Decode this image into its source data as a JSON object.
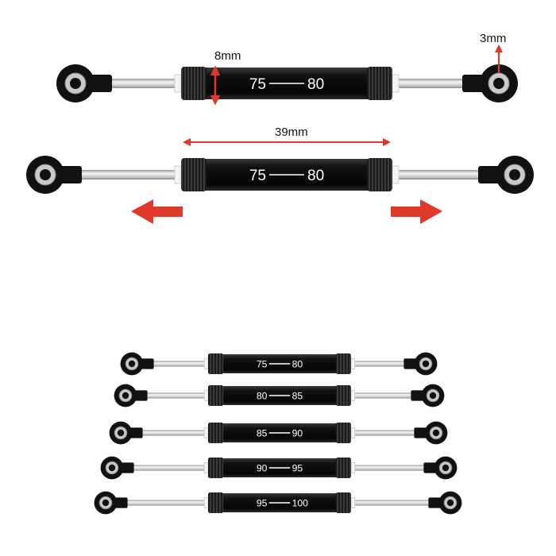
{
  "image": {
    "subject": "adjustable aluminum turnbuckle links with rod ends",
    "colors": {
      "background": "#ffffff",
      "metal_black": "#111111",
      "knurl": "#2a2a2a",
      "rod_silver": "#d9d9d9",
      "nylon_white": "#f4f4f4",
      "ball_silver": "#c9c9c9",
      "accent_red": "#e0392b"
    },
    "dimensions": {
      "diameter": "8mm",
      "hole": "3mm",
      "body_length": "39mm"
    },
    "detail_links": [
      {
        "from": "75",
        "to": "80"
      },
      {
        "from": "75",
        "to": "80"
      }
    ],
    "size_set": [
      {
        "from": "75",
        "to": "80"
      },
      {
        "from": "80",
        "to": "85"
      },
      {
        "from": "85",
        "to": "90"
      },
      {
        "from": "90",
        "to": "95"
      },
      {
        "from": "95",
        "to": "100"
      }
    ]
  }
}
